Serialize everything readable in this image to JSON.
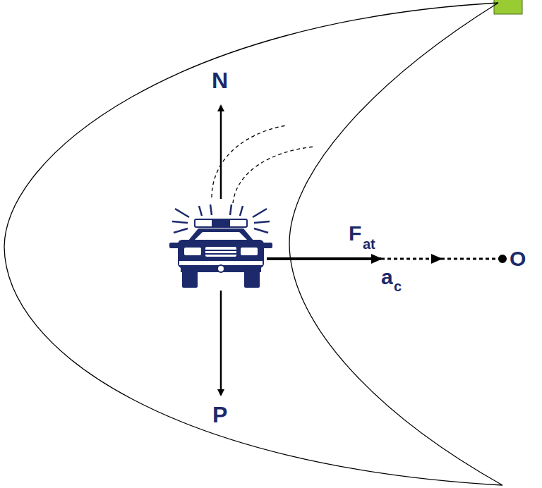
{
  "diagram": {
    "labels": [
      "N",
      "P",
      "F",
      "at",
      "a",
      "c",
      "O"
    ]
  }
}
